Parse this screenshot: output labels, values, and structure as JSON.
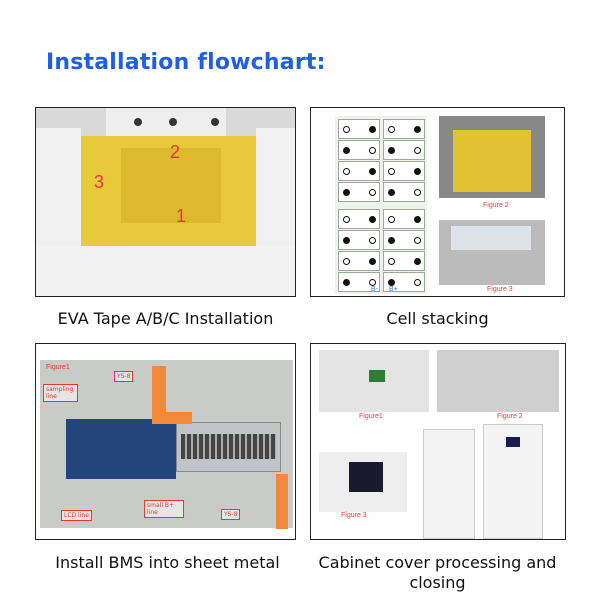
{
  "title": "Installation flowchart:",
  "steps": [
    {
      "caption": "EVA Tape A/B/C Installation",
      "labels": [
        "1",
        "2",
        "3"
      ]
    },
    {
      "caption": "Cell stacking",
      "labels": [
        "Figure 2",
        "Figure 3",
        "B-",
        "B+"
      ]
    },
    {
      "caption": "Install BMS into sheet metal",
      "labels": [
        "Figure1",
        "YS-8",
        "sampling line",
        "LCD line",
        "small B+ line",
        "YS-8"
      ]
    },
    {
      "caption": "Cabinet cover processing and closing",
      "labels": [
        "Figure1",
        "Figure 2",
        "Figure 3"
      ]
    }
  ],
  "colors": {
    "title": "#1f5fe0",
    "annotation": "#e53935",
    "eva": "#e8c93a"
  }
}
